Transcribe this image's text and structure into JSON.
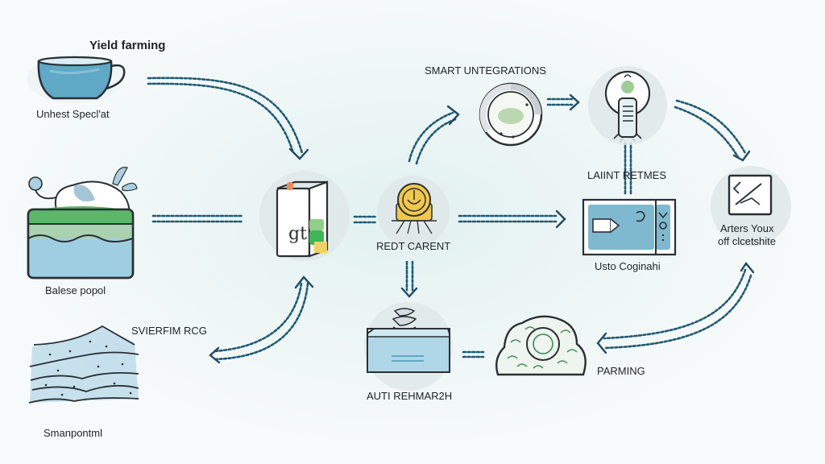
{
  "diagram": {
    "type": "flow-diagram",
    "theme": "DeFi yield farming concepts (sketch-style illustration)",
    "colors": {
      "arrow": "#1f5a74",
      "outline": "#2a2f33",
      "water_blue": "#6aaecb",
      "leaf_green": "#5fb56b",
      "coin_yellow": "#f1c84b",
      "halo": "#dfe8e9",
      "background": "#eef6f6"
    },
    "nodes": [
      {
        "id": "cup",
        "icon": "teacup-icon",
        "title": "Yield farming",
        "label": "Unhest Specl'at"
      },
      {
        "id": "pool",
        "icon": "animal-on-pool-icon",
        "label": "Balese popol"
      },
      {
        "id": "layers",
        "icon": "stacked-layers-icon",
        "title": "SVIERFIM RCG",
        "label": "Smanpontml"
      },
      {
        "id": "wallet",
        "icon": "wallet-card-icon",
        "label": ""
      },
      {
        "id": "coin",
        "icon": "coin-token-icon",
        "label": "REDT CARENT"
      },
      {
        "id": "integrations",
        "icon": "circular-gauge-icon",
        "title": "SMART UNTEGRATIONS"
      },
      {
        "id": "robot",
        "icon": "robot-device-icon",
        "label": ""
      },
      {
        "id": "dashboard",
        "icon": "dashboard-screen-icon",
        "title": "LAIINT RETMES",
        "label": "Usto Coginahi"
      },
      {
        "id": "analytics",
        "icon": "chart-frame-icon",
        "label_line1": "Arters Youx",
        "label_line2": "off clcetshite"
      },
      {
        "id": "vault",
        "icon": "vault-box-icon",
        "label": "AUTI REHMAR2H"
      },
      {
        "id": "farm",
        "icon": "green-mound-icon",
        "label": "PARMING"
      }
    ],
    "edges": [
      {
        "from": "cup",
        "to": "wallet",
        "style": "dashed-double"
      },
      {
        "from": "pool",
        "to": "wallet",
        "style": "dashed-double"
      },
      {
        "from": "wallet",
        "to": "layers",
        "style": "dashed-double"
      },
      {
        "from": "wallet",
        "to": "coin",
        "style": "dashed-double"
      },
      {
        "from": "coin",
        "to": "integrations",
        "style": "dashed-double"
      },
      {
        "from": "integrations",
        "to": "robot",
        "style": "dashed-double"
      },
      {
        "from": "robot",
        "to": "analytics",
        "style": "dashed-double"
      },
      {
        "from": "coin",
        "to": "dashboard",
        "style": "dashed-double"
      },
      {
        "from": "dashboard",
        "to": "robot",
        "style": "dashed-double"
      },
      {
        "from": "coin",
        "to": "vault",
        "style": "dashed-double"
      },
      {
        "from": "vault",
        "to": "farm",
        "style": "dashed-double"
      },
      {
        "from": "analytics",
        "to": "farm",
        "style": "dashed-double"
      }
    ]
  }
}
